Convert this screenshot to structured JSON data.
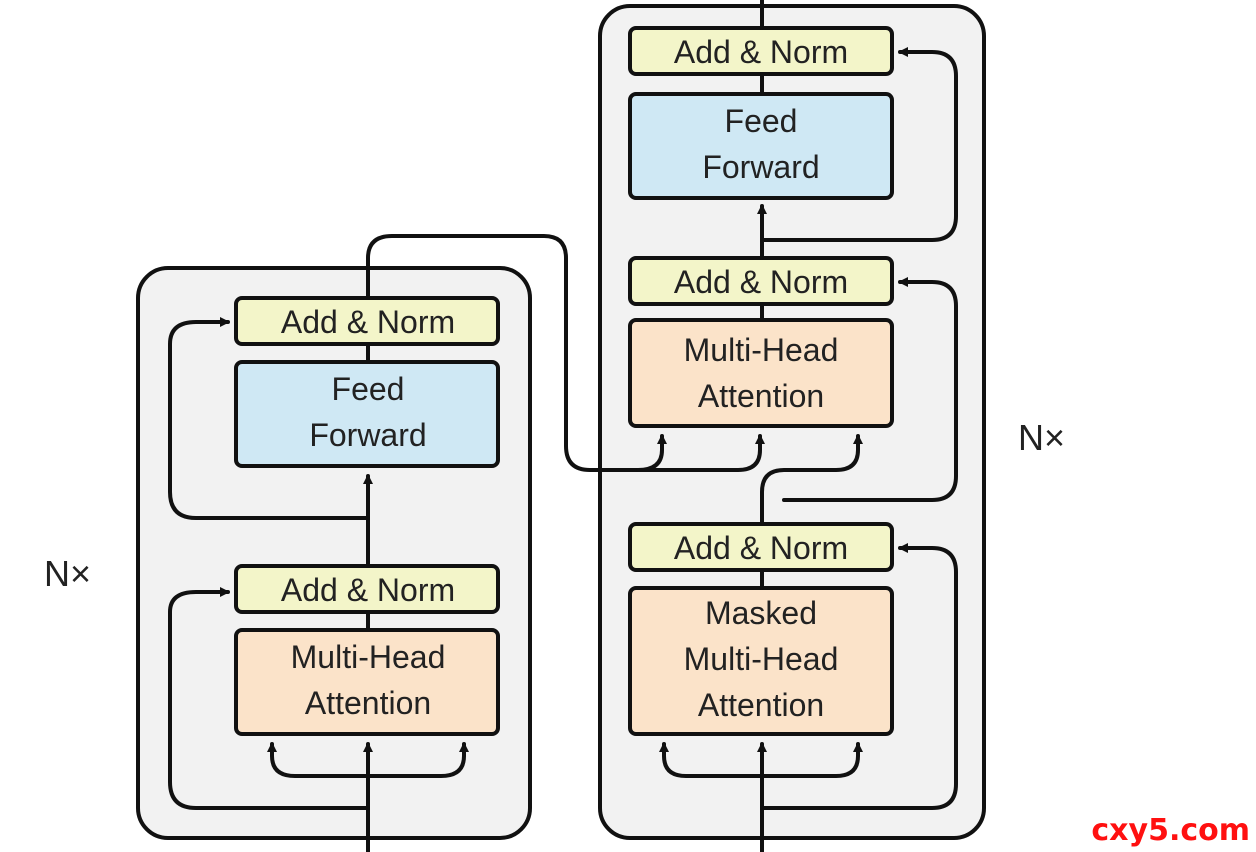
{
  "encoder": {
    "repeat_label": "N×",
    "blocks": [
      {
        "id": "enc-add-norm-top",
        "kind": "add_norm",
        "lines": [
          "Add & Norm"
        ]
      },
      {
        "id": "enc-feed-forward",
        "kind": "feed_forward",
        "lines": [
          "Feed",
          "Forward"
        ]
      },
      {
        "id": "enc-add-norm-bottom",
        "kind": "add_norm",
        "lines": [
          "Add & Norm"
        ]
      },
      {
        "id": "enc-multi-head-attention",
        "kind": "attention",
        "lines": [
          "Multi-Head",
          "Attention"
        ]
      }
    ]
  },
  "decoder": {
    "repeat_label": "N×",
    "blocks": [
      {
        "id": "dec-add-norm-top",
        "kind": "add_norm",
        "lines": [
          "Add & Norm"
        ]
      },
      {
        "id": "dec-feed-forward",
        "kind": "feed_forward",
        "lines": [
          "Feed",
          "Forward"
        ]
      },
      {
        "id": "dec-add-norm-middle",
        "kind": "add_norm",
        "lines": [
          "Add & Norm"
        ]
      },
      {
        "id": "dec-multi-head-attention",
        "kind": "attention",
        "lines": [
          "Multi-Head",
          "Attention"
        ]
      },
      {
        "id": "dec-add-norm-bottom",
        "kind": "add_norm",
        "lines": [
          "Add & Norm"
        ]
      },
      {
        "id": "dec-masked-attention",
        "kind": "attention",
        "lines": [
          "Masked",
          "Multi-Head",
          "Attention"
        ]
      }
    ]
  },
  "colors": {
    "add_norm": "#f3f5c9",
    "feed_forward": "#cfe8f4",
    "attention": "#fbe3c9",
    "container": "#f2f2f2",
    "stroke": "#111111"
  },
  "watermark": "cxy5.com"
}
